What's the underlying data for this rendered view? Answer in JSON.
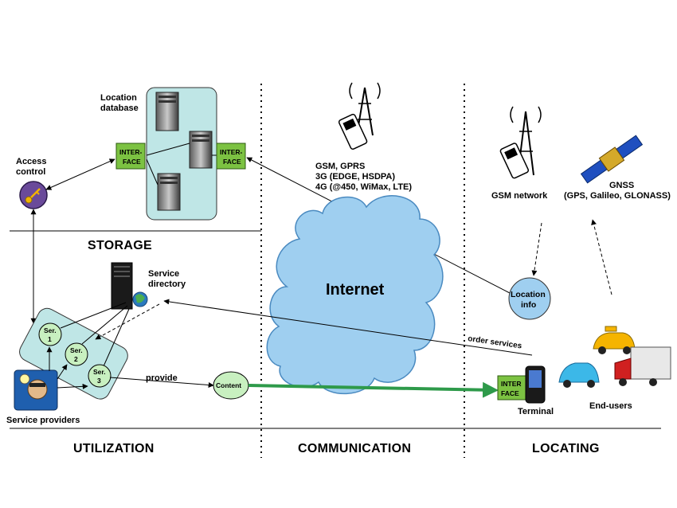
{
  "sections": {
    "storage": "STORAGE",
    "utilization": "UTILIZATION",
    "communication": "COMMUNICATION",
    "locating": "LOCATING"
  },
  "storage": {
    "location_database": [
      "Location",
      "database"
    ],
    "access_control": [
      "Access",
      "control"
    ],
    "interface_left": [
      "INTER-",
      "FACE"
    ],
    "interface_right": [
      "INTER-",
      "FACE"
    ]
  },
  "utilization": {
    "service_directory": [
      "Service",
      "directory"
    ],
    "services": [
      "Ser.",
      "1",
      "Ser.",
      "2",
      "Ser.",
      "3"
    ],
    "provide": "provide",
    "content": "Content",
    "service_providers": "Service providers"
  },
  "communication": {
    "networks": [
      "GSM, GPRS",
      "3G (EDGE, HSDPA)",
      "4G (@450, WiMax, LTE)"
    ],
    "internet": "Internet"
  },
  "locating": {
    "gsm_network": "GSM network",
    "gnss": [
      "GNSS",
      "(GPS, Galileo, GLONASS)"
    ],
    "location_info": [
      "Location",
      "info"
    ],
    "order_services": "order services",
    "interface_terminal": [
      "INTER",
      "FACE"
    ],
    "terminal": "Terminal",
    "end_users": "End-users"
  },
  "colors": {
    "cloud": "#9fcff0",
    "panel": "#bfe6e6",
    "interface": "#7cc242",
    "node": "#c8f0c0",
    "arrow_green": "#2e9a4a"
  }
}
